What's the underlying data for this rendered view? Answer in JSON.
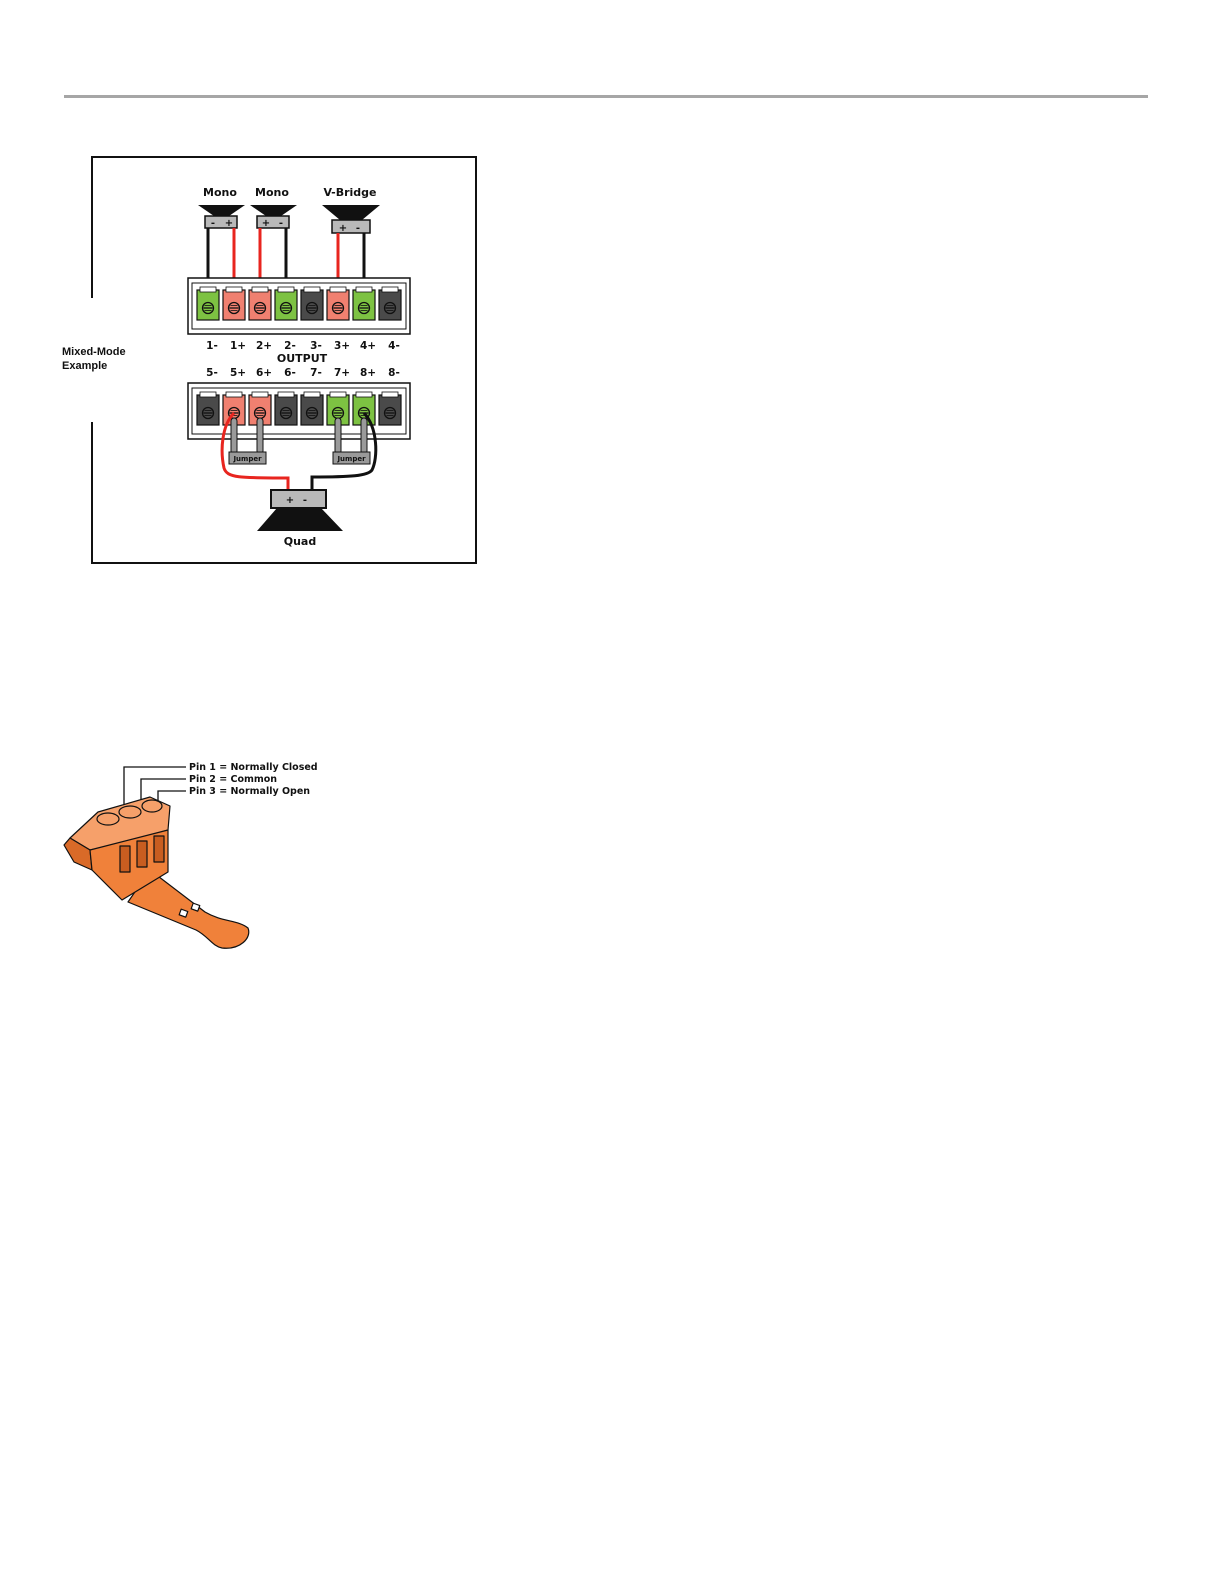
{
  "wiring_diagram": {
    "side_label": [
      "Mixed-Mode",
      "Example"
    ],
    "speakers": {
      "mono_1": {
        "label": "Mono",
        "polarity": [
          "-",
          "+"
        ]
      },
      "mono_2": {
        "label": "Mono",
        "polarity": [
          "+",
          "-"
        ]
      },
      "v_bridge": {
        "label": "V-Bridge",
        "polarity": [
          "+",
          "-"
        ]
      },
      "quad": {
        "label": "Quad",
        "polarity": [
          "+",
          "-"
        ]
      }
    },
    "output_label": "OUTPUT",
    "top_terminals": [
      "1-",
      "1+",
      "2+",
      "2-",
      "3-",
      "3+",
      "4+",
      "4-"
    ],
    "bottom_terminals": [
      "5-",
      "5+",
      "6+",
      "6-",
      "7-",
      "7+",
      "8+",
      "8-"
    ],
    "top_colors": [
      "green",
      "red",
      "red",
      "green",
      "gray",
      "red",
      "green",
      "gray"
    ],
    "bottom_colors": [
      "gray",
      "red",
      "red",
      "gray",
      "gray",
      "green",
      "green",
      "gray"
    ],
    "jumper_label": "Jumper",
    "colors": {
      "green": "#7dc242",
      "red": "#f08070",
      "gray": "#4a4a4a",
      "wire_red": "#e8251f",
      "wire_black": "#111111",
      "connector_orange": "#f0813a"
    }
  },
  "connector": {
    "pins": [
      "Pin 1 = Normally Closed",
      "Pin 2 = Common",
      "Pin 3 = Normally Open"
    ]
  }
}
